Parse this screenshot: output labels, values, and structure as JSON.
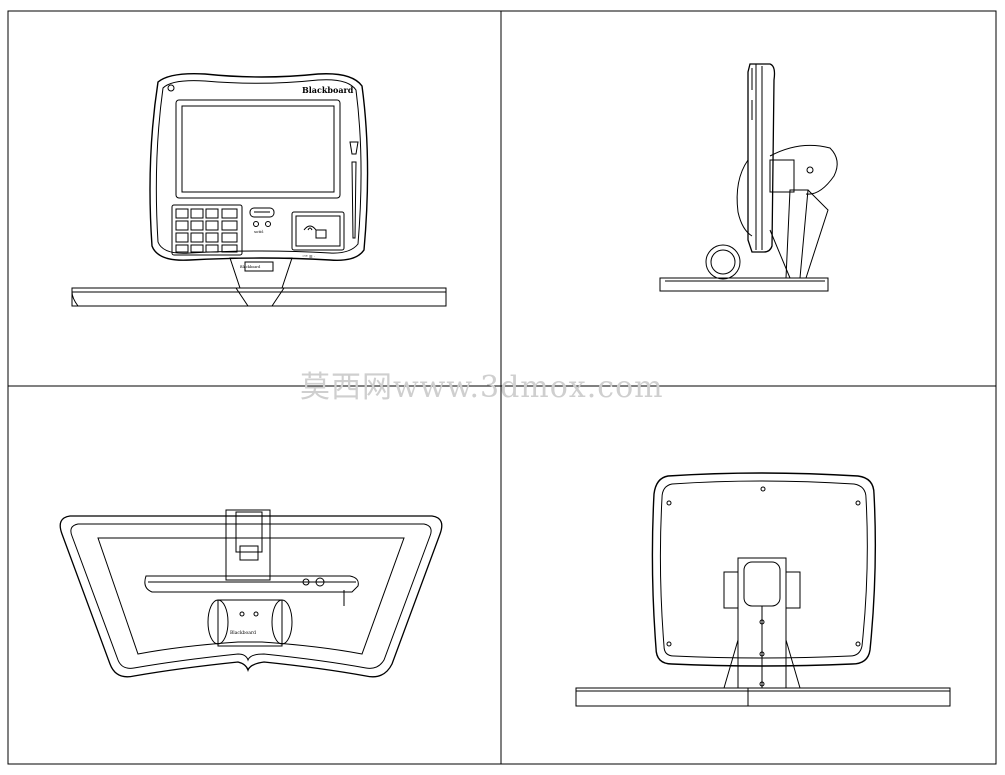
{
  "watermark": "莫西网www.3dmox.com",
  "brand": "Blackboard",
  "small_labels": {
    "keypad_caption": "sotiš",
    "card_caption": "ᴬᴳᴱ ☰ ·"
  },
  "views": [
    {
      "id": "front",
      "name": "front-view"
    },
    {
      "id": "side",
      "name": "side-view"
    },
    {
      "id": "top",
      "name": "top-view"
    },
    {
      "id": "back",
      "name": "back-view"
    }
  ],
  "colors": {
    "line": "#000000",
    "watermark": "#cfcfcf",
    "background": "#ffffff"
  }
}
